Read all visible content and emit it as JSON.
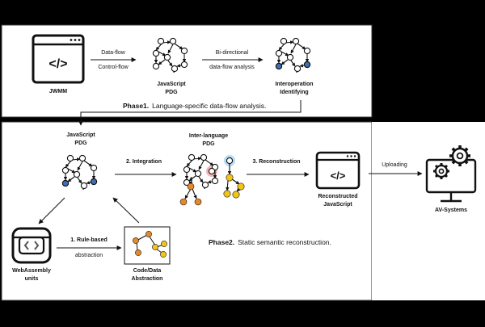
{
  "jwmm_label": "JWMM",
  "edge_dataflow_1": "Data-flow",
  "edge_dataflow_2": "Control-flow",
  "js_pdg_1_l1": "JavaScript",
  "js_pdg_1_l2": "PDG",
  "edge_bidir_1": "Bi-directional",
  "edge_bidir_2": "data-flow analysis",
  "interop_l1": "Interoperation",
  "interop_l2": "Identifying",
  "phase1_bold": "Phase1.",
  "phase1_text": "Language-specific data-flow analysis.",
  "js_pdg_2_l1": "JavaScript",
  "js_pdg_2_l2": "PDG",
  "edge_integration": "2. Integration",
  "inter_pdg_l1": "Inter-language",
  "inter_pdg_l2": "PDG",
  "edge_reconstruction": "3. Reconstruction",
  "recon_l1": "Reconstructed",
  "recon_l2": "JavaScript",
  "edge_uploading": "Uploading",
  "av_label": "AV-Systems",
  "wasm_l1": "WebAssembly",
  "wasm_l2": "units",
  "edge_rule_1": "1. Rule-based",
  "edge_rule_2": "abstraction",
  "code_l1": "Code/Data",
  "code_l2": "Abstraction",
  "phase2_bold": "Phase2.",
  "phase2_text": "Static semantic reconstruction.",
  "code_icon_glyph": "</>",
  "colors": {
    "blue_node": "#3f6fb5",
    "orange_node": "#e58a2b",
    "yellow_node": "#f2c418",
    "highlight_blue": "#a8d2ee",
    "highlight_red": "#f2a2a2"
  }
}
